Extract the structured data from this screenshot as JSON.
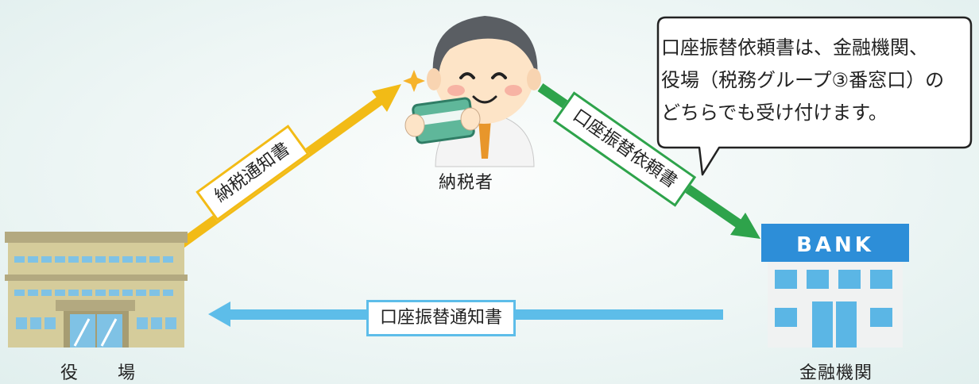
{
  "nodes": {
    "town_office": "役　場",
    "taxpayer": "納税者",
    "bank": "金融機関"
  },
  "bank_sign": "BANK",
  "flows": {
    "tax_notice": "納税通知書",
    "transfer_request": "口座振替依頼書",
    "transfer_notice": "口座振替通知書"
  },
  "speech": {
    "line1": "口座振替依頼書は、金融機関、",
    "line2": "役場（税務グループ③番窓口）の",
    "line3": "どちらでも受け付けます。"
  },
  "colors": {
    "tax_notice_arrow": "#f2bb16",
    "transfer_request_arrow": "#2ea34b",
    "transfer_notice_arrow": "#5dbde9",
    "bank_sign": "#2d8ed8"
  }
}
